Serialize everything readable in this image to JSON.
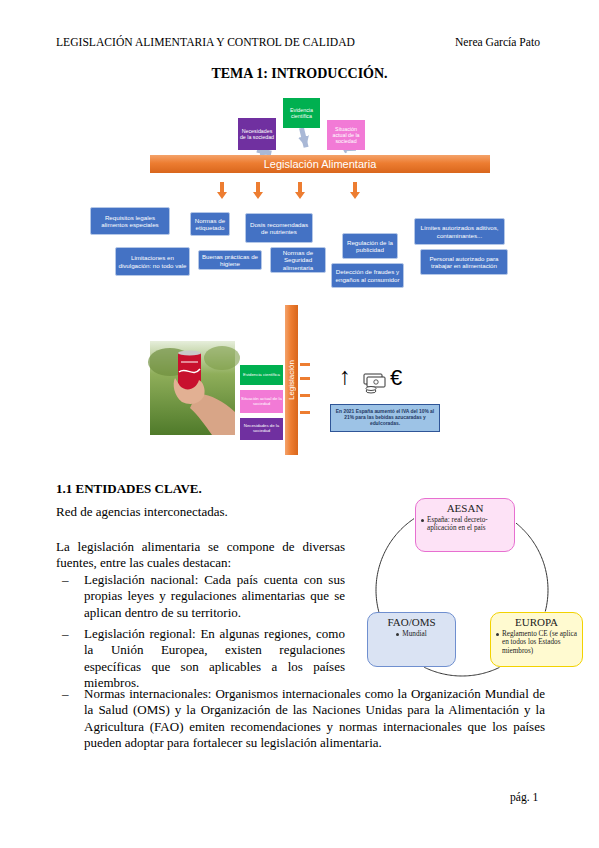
{
  "diagram": {
    "title": "TEMA 1: INTRODUCCIÓN.",
    "nodes": [
      {
        "text": [
          "Evidencia científica"
        ]
      },
      {
        "text": [
          "Necesidades de la sociedad"
        ]
      },
      {
        "text": [
          "Situación actual de la sociedad"
        ]
      },
      {
        "text": [
          "Legislación Alimentaria"
        ]
      },
      {
        "text": [
          "Requisitos legales alimentos especiales"
        ]
      },
      {
        "text": [
          "Normas de etiquetado"
        ]
      },
      {
        "text": [
          "Dosis recomendadas de nutrientes"
        ]
      },
      {
        "text": [
          "Límites autorizados aditivos, contaminantes..."
        ]
      },
      {
        "text": [
          "Limitaciones en divulgación: no todo vale"
        ]
      },
      {
        "text": [
          "Buenas prácticas de higiene"
        ]
      },
      {
        "text": [
          "Normas de Seguridad alimentaria"
        ]
      },
      {
        "text": [
          "Regulación de la publicidad"
        ]
      },
      {
        "text": [
          "Personal autorizado para trabajar en alimentación"
        ]
      },
      {
        "text": [
          "Detección de fraudes y engaños al consumidor"
        ]
      },
      {
        "text": [
          "Evidencia científica"
        ]
      },
      {
        "text": [
          "Situación actual de la sociedad"
        ]
      },
      {
        "text": [
          "Necesidades de la sociedad"
        ]
      },
      {
        "text": [
          "Legislación"
        ]
      },
      {
        "text": [
          "En 2021 España aumentó el IVA del 10% al 21% para las bebidas azucaradas y edulcoradas."
        ]
      },
      {
        "text": [
          "AESAN",
          "España: real decreto- aplicación en el país"
        ]
      },
      {
        "text": [
          "FAO/OMS",
          "Mundial"
        ]
      },
      {
        "text": [
          "EUROPA",
          "Reglamento CE (se aplica en todos los Estados miembros)"
        ]
      }
    ],
    "edges": [
      {
        "from": 1,
        "to": 3,
        "arrow": "to"
      },
      {
        "from": 0,
        "to": 3,
        "arrow": "to"
      },
      {
        "from": 2,
        "to": 3,
        "arrow": "to"
      },
      {
        "from": 19,
        "to": 21,
        "arrow": "none"
      },
      {
        "from": 21,
        "to": 20,
        "arrow": "none"
      },
      {
        "from": 20,
        "to": 19,
        "arrow": "none"
      }
    ],
    "labels": [
      "LEGISLACIÓN ALIMENTARIA Y CONTROL DE CALIDAD",
      "Nerea García Pato",
      "↑",
      "€",
      "1.1 ENTIDADES CLAVE.",
      "Red de agencias interconectadas.",
      "La legislación alimentaria se compone de diversas fuentes, entre las cuales destacan:",
      "–",
      "Legislación nacional: Cada país cuenta con sus propias leyes y regulaciones alimentarias que se aplican dentro de su territorio.",
      "–",
      "Legislación regional: En algunas regiones, como la Unión Europea, existen regulaciones específicas que son aplicables a los países miembros.",
      "–",
      "Normas internacionales: Organismos internacionales como la Organización Mundial de la Salud (OMS) y la Organización de las Naciones Unidas para la Alimentación y la Agricultura (FAO) emiten recomendaciones y normas internacionales que los países pueden adoptar para fortalecer su legislación alimentaria.",
      "pág. 1"
    ]
  }
}
